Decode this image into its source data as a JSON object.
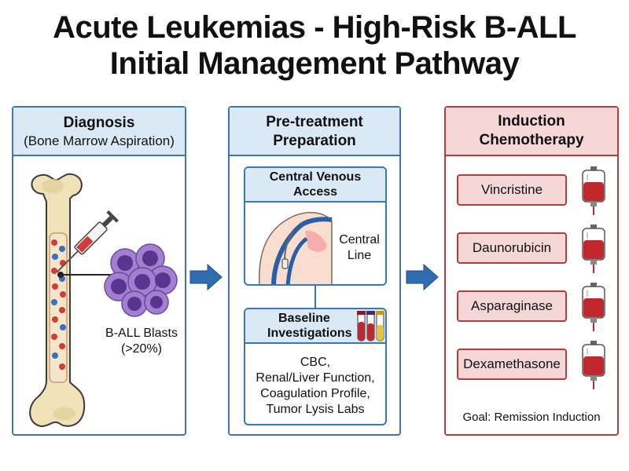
{
  "title": {
    "line1": "Acute Leukemias - High-Risk B-ALL",
    "line2": "Initial Management Pathway"
  },
  "diagnosis": {
    "title": "Diagnosis",
    "subtitle": "(Bone Marrow Aspiration)",
    "blasts_label": "B-ALL Blasts",
    "blasts_threshold": "(>20%)"
  },
  "pretreatment": {
    "title_line1": "Pre-treatment",
    "title_line2": "Preparation",
    "cva": {
      "title_line1": "Central Venous",
      "title_line2": "Access",
      "line_label1": "Central",
      "line_label2": "Line"
    },
    "baseline": {
      "title_line1": "Baseline",
      "title_line2": "Investigations",
      "items": [
        "CBC,",
        "Renal/Liver Function,",
        "Coagulation Profile,",
        "Tumor Lysis Labs"
      ]
    }
  },
  "induction": {
    "title_line1": "Induction",
    "title_line2": "Chemotherapy",
    "drugs": [
      "Vincristine",
      "Daunorubicin",
      "Asparaginase",
      "Dexamethasone"
    ],
    "goal": "Goal: Remission Induction"
  },
  "colors": {
    "blue_border": "#3a78b5",
    "blue_fill": "#dbe9f7",
    "red_border": "#b83c3c",
    "red_fill": "#f6d7d7",
    "arrow": "#2f6db0"
  },
  "icons": [
    "bone-icon",
    "syringe-icon",
    "blast-cells-icon",
    "central-line-icon",
    "test-tubes-icon",
    "iv-bag-icon",
    "arrow-right-icon"
  ]
}
